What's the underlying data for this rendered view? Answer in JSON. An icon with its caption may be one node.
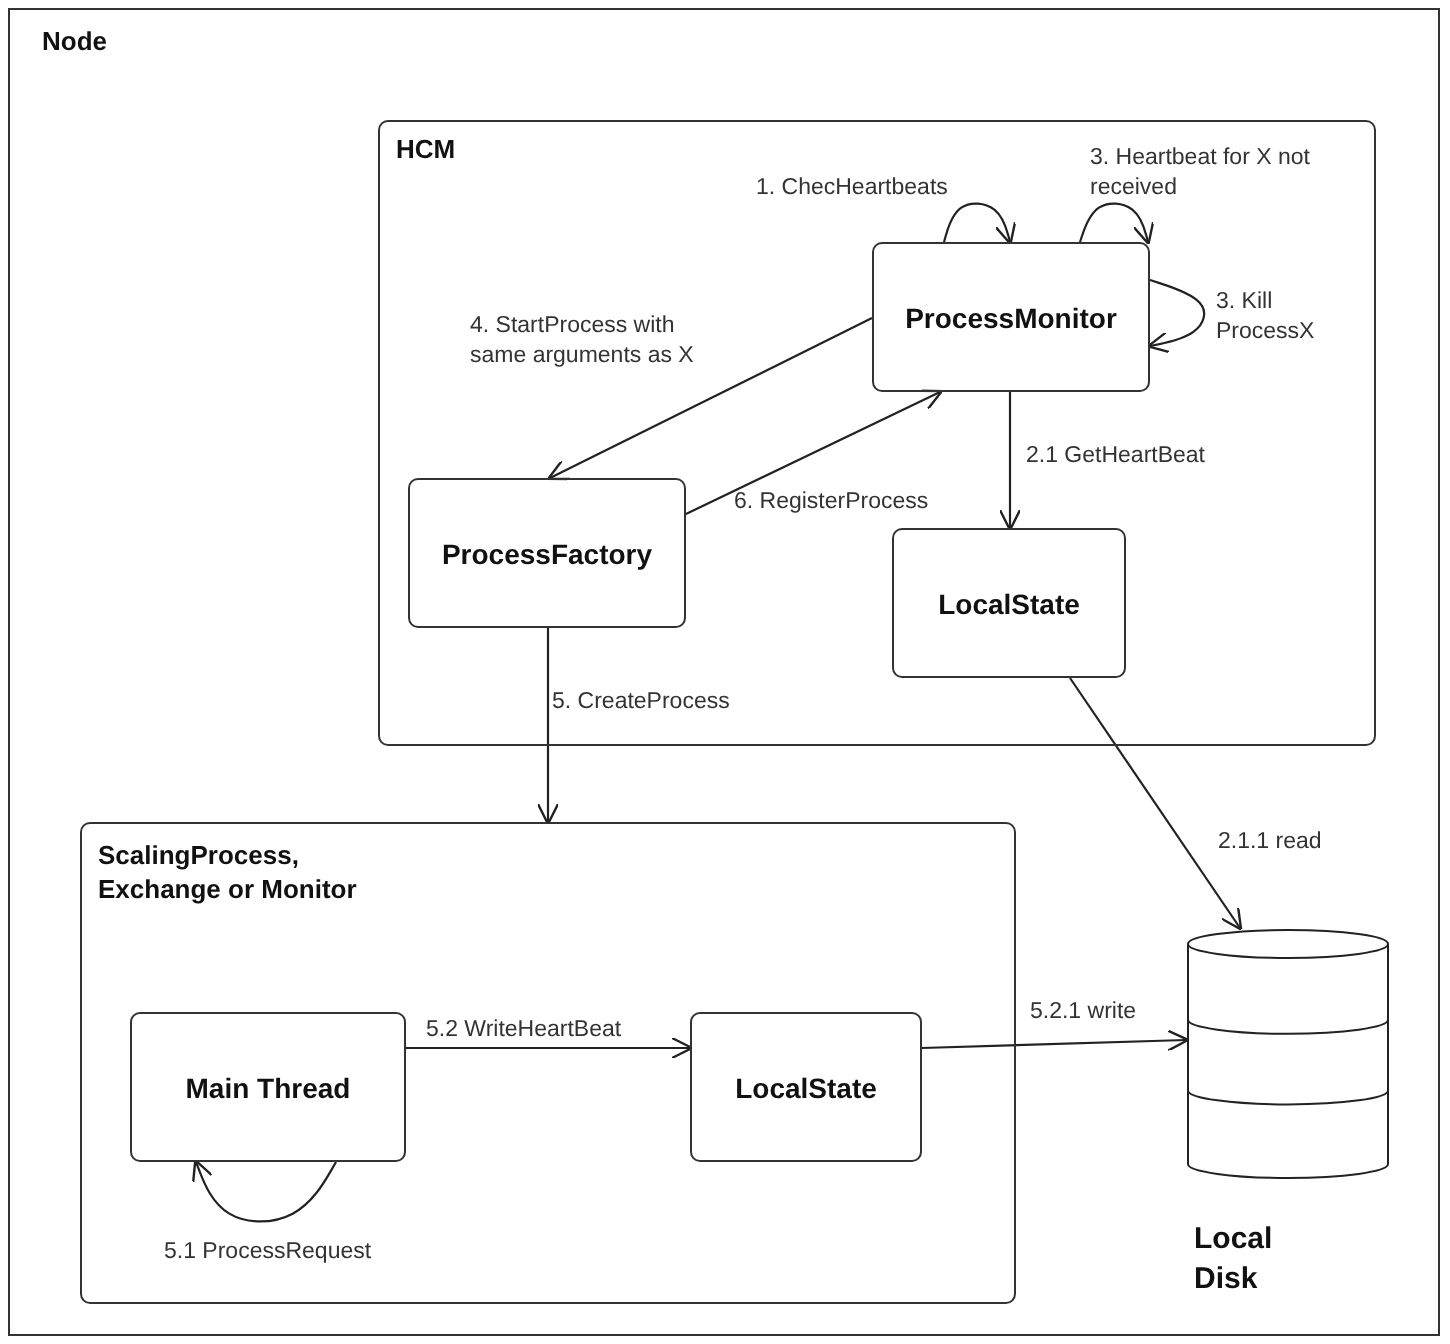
{
  "diagram": {
    "nodes": [
      {
        "text": [
          "Node"
        ]
      },
      {
        "text": [
          "HCM"
        ],
        "in": 0
      },
      {
        "text": [
          "ProcessMonitor"
        ],
        "in": 1
      },
      {
        "text": [
          "ProcessFactory"
        ],
        "in": 1
      },
      {
        "text": [
          "LocalState"
        ],
        "in": 1
      },
      {
        "text": [
          "ScalingProcess, Exchange or Monitor"
        ],
        "in": 0
      },
      {
        "text": [
          "Main Thread"
        ],
        "in": 5
      },
      {
        "text": [
          "LocalState"
        ],
        "in": 5
      },
      {
        "text": [
          "Local Disk"
        ],
        "in": 0
      }
    ],
    "edges": [
      {
        "from": 2,
        "to": 2,
        "arrow": "to",
        "label": "1. ChecHeartbeats"
      },
      {
        "from": 2,
        "to": 2,
        "arrow": "to",
        "label": "3. Heartbeat for X not received"
      },
      {
        "from": 2,
        "to": 2,
        "arrow": "to",
        "label": "3. Kill ProcessX"
      },
      {
        "from": 2,
        "to": 3,
        "arrow": "to",
        "label": "4. StartProcess with same arguments as X"
      },
      {
        "from": 3,
        "to": 2,
        "arrow": "to",
        "label": "6. RegisterProcess"
      },
      {
        "from": 2,
        "to": 4,
        "arrow": "to",
        "label": "2.1 GetHeartBeat"
      },
      {
        "from": 3,
        "to": 5,
        "arrow": "to",
        "label": "5. CreateProcess"
      },
      {
        "from": 4,
        "to": 8,
        "arrow": "to",
        "label": "2.1.1 read"
      },
      {
        "from": 6,
        "to": 6,
        "arrow": "to",
        "label": "5.1 ProcessRequest"
      },
      {
        "from": 6,
        "to": 7,
        "arrow": "to",
        "label": "5.2 WriteHeartBeat"
      },
      {
        "from": 7,
        "to": 8,
        "arrow": "to",
        "label": "5.2.1 write"
      }
    ]
  }
}
